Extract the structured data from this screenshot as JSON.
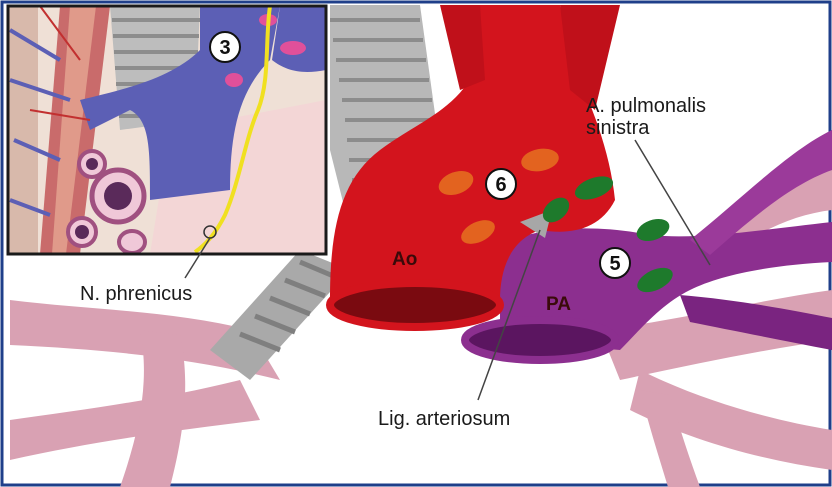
{
  "labels": {
    "n_phrenicus": "N. phrenicus",
    "pulmonalis_line1": "A. pulmonalis",
    "pulmonalis_line2": "sinistra",
    "lig_arteriosum": "Lig. arteriosum",
    "aorta": "Ao",
    "pulmonary_artery": "PA"
  },
  "markers": {
    "inset_number": "3",
    "aorta_number": "6",
    "pa_number": "5"
  },
  "colors": {
    "frame_border": "#1f3f8a",
    "aorta": "#d3141d",
    "pulmonary_artery": "#8c2f8f",
    "vein": "#5c5fb5",
    "trachea": "#b5b5b5",
    "bronchi": "#d8a0b0",
    "nerve": "#f0e020",
    "node_orange": "#e3631f",
    "node_green": "#1e7a2c",
    "node_pink": "#e0509a"
  }
}
